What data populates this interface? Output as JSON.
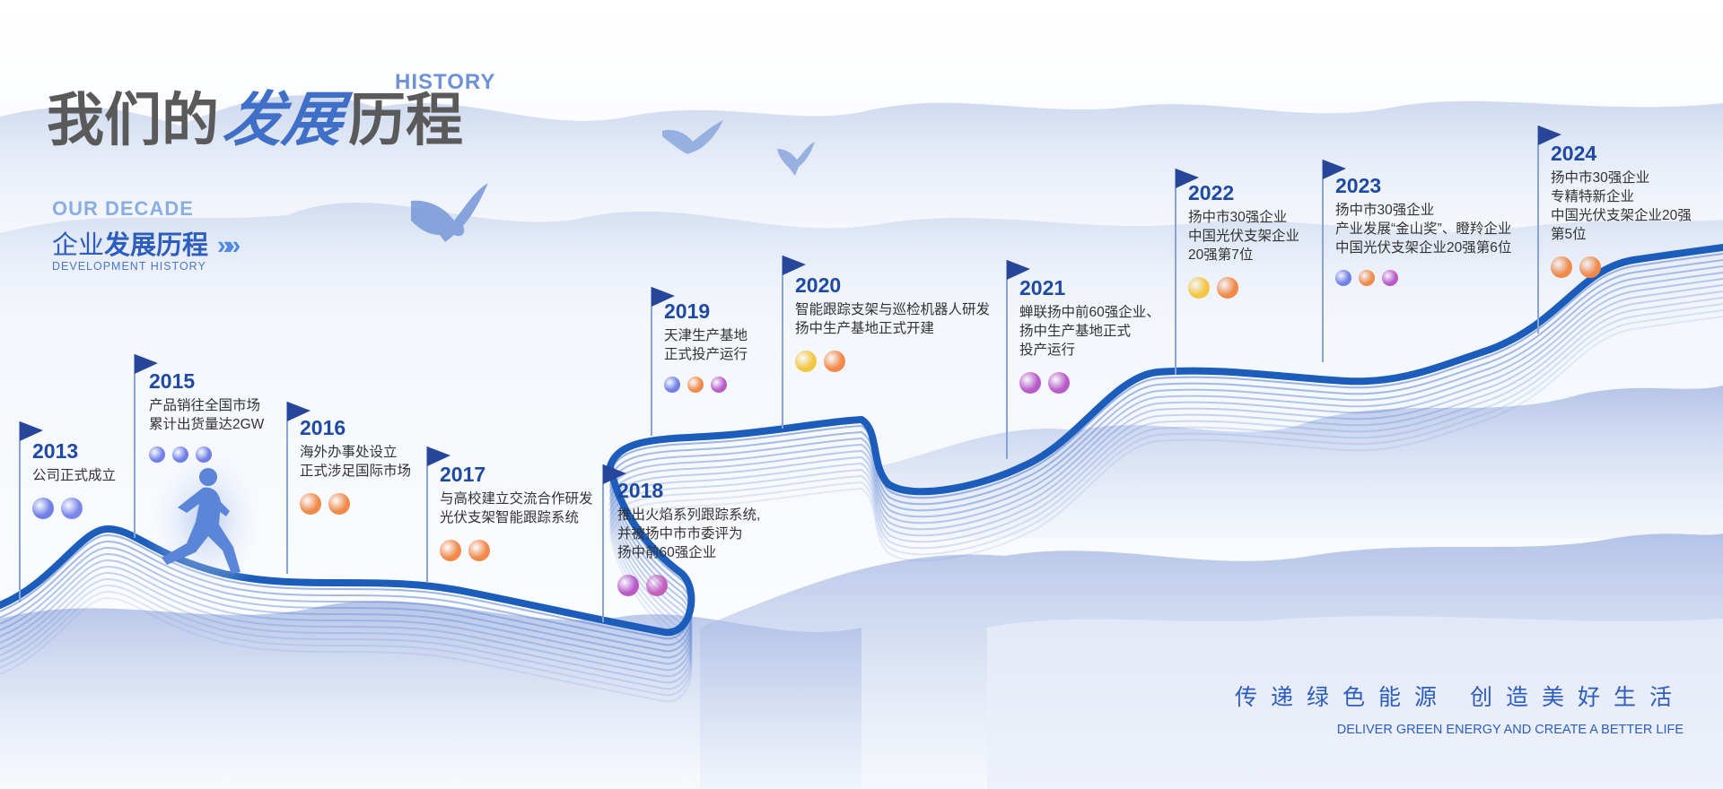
{
  "header": {
    "history_word": "HISTORY",
    "title_part1": "我们的",
    "title_accent": "发展",
    "title_part2": "历程",
    "our_decade": "OUR DECADE",
    "dev_light": "企业",
    "dev_bold": "发展历程",
    "dev_chevrons": "»»",
    "dev_en": "DEVELOPMENT HISTORY"
  },
  "milestones": [
    {
      "year": "2013",
      "lines": [
        "公司正式成立"
      ],
      "dot_colors": [
        "#6f7fe6",
        "#7a86e8"
      ]
    },
    {
      "year": "2015",
      "lines": [
        "产品销往全国市场",
        "累计出货量达2GW"
      ],
      "dot_colors": [
        "#6f7fe6",
        "#6f7fe6",
        "#6f7fe6"
      ]
    },
    {
      "year": "2016",
      "lines": [
        "海外办事处设立",
        "正式涉足国际市场"
      ],
      "dot_colors": [
        "#f08a4b",
        "#f08a4b"
      ]
    },
    {
      "year": "2017",
      "lines": [
        "与高校建立交流合作研发",
        "光伏支架智能跟踪系统"
      ],
      "dot_colors": [
        "#f08a4b",
        "#f08a4b"
      ]
    },
    {
      "year": "2018",
      "lines": [
        "推出火焰系列跟踪系统,",
        "并被扬中市市委评为",
        "扬中前60强企业"
      ],
      "dot_colors": [
        "#b85bc9",
        "#c35ebd"
      ]
    },
    {
      "year": "2019",
      "lines": [
        "天津生产基地",
        "正式投产运行"
      ],
      "dot_colors": [
        "#6f7fe6",
        "#f08a4b",
        "#b85bc9"
      ]
    },
    {
      "year": "2020",
      "lines": [
        "智能跟踪支架与巡检机器人研发",
        "扬中生产基地正式开建"
      ],
      "dot_colors": [
        "#f2c542",
        "#f08a4b"
      ]
    },
    {
      "year": "2021",
      "lines": [
        "蝉联扬中前60强企业、",
        "扬中生产基地正式",
        "投产运行"
      ],
      "dot_colors": [
        "#b85bc9",
        "#b85bc9"
      ]
    },
    {
      "year": "2022",
      "lines": [
        "扬中市30强企业",
        "中国光伏支架企业",
        "20强第7位"
      ],
      "dot_colors": [
        "#f2c542",
        "#f08a4b"
      ]
    },
    {
      "year": "2023",
      "lines": [
        "扬中市30强企业",
        "产业发展“金山奖”、瞪羚企业",
        "中国光伏支架企业20强第6位"
      ],
      "dot_colors": [
        "#6f7fe6",
        "#f08a4b",
        "#b85bc9"
      ]
    },
    {
      "year": "2024",
      "lines": [
        "扬中市30强企业",
        "专精特新企业",
        "中国光伏支架企业20强",
        "第5位"
      ],
      "dot_colors": [
        "#f08a4b",
        "#f08a4b"
      ]
    }
  ],
  "footer": {
    "slogan_cn": "传递绿色能源 创造美好生活",
    "slogan_en": "DELIVER GREEN ENERGY AND CREATE A BETTER LIFE"
  },
  "colors": {
    "flag_blue": "#27469a",
    "road_blue": "#1c5dbb",
    "title_gray": "#5a5a5a",
    "accent_blue": "#3f6fc7"
  }
}
